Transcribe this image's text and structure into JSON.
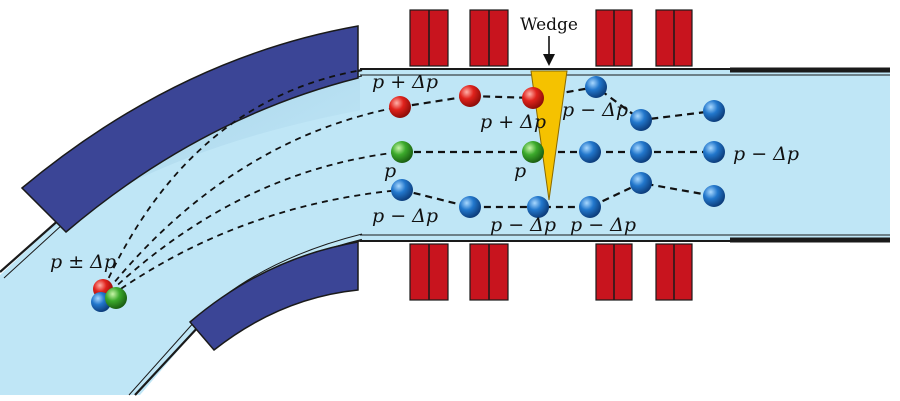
{
  "colors": {
    "beam_pipe": "#bfe6f6",
    "dipole": "#3b4596",
    "quadrupole": "#c8141e",
    "wedge": "#f5c200",
    "high_momentum": "#e0221c",
    "nominal_momentum": "#3caa2c",
    "low_momentum": "#2277cc"
  },
  "icons": {
    "red_particle": "red-sphere-icon",
    "green_particle": "green-sphere-icon",
    "blue_particle": "blue-sphere-icon",
    "arrow": "down-arrow-icon"
  },
  "labels": {
    "wedge": "Wedge",
    "source": "p ± Δp",
    "upper_entry": "p + Δp",
    "upper_wedge": "p + Δp",
    "upper_after": "p − Δp",
    "middle_entry": "p",
    "middle_wedge": "p",
    "middle_exit": "p − Δp",
    "lower_entry": "p − Δp",
    "lower_mid": "p − Δp",
    "lower_after": "p − Δp"
  }
}
